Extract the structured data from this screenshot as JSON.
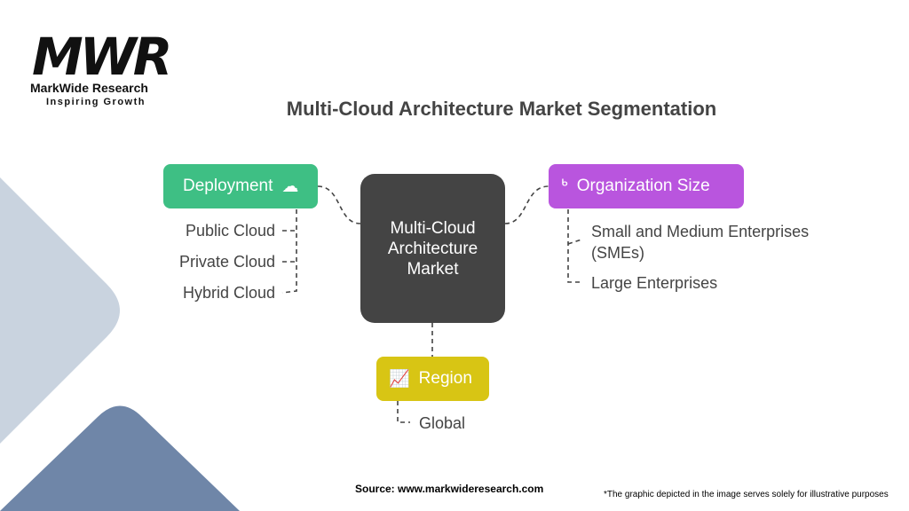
{
  "logo": {
    "mark": "MWR",
    "name": "MarkWide Research",
    "tagline": "Inspiring Growth"
  },
  "title": "Multi-Cloud Architecture Market Segmentation",
  "center": "Multi-Cloud Architecture Market",
  "deployment": {
    "label": "Deployment",
    "color": "#3ebf84",
    "items": [
      "Public Cloud",
      "Private Cloud",
      "Hybrid Cloud"
    ]
  },
  "organization": {
    "label": "Organization Size",
    "color": "#b955de",
    "items": [
      "Small and Medium Enterprises (SMEs)",
      "Large Enterprises"
    ]
  },
  "region": {
    "label": "Region",
    "color": "#d8c514",
    "items": [
      "Global"
    ]
  },
  "footer": {
    "source": "Source: www.markwideresearch.com",
    "disclaimer": "*The graphic depicted in the image serves solely for illustrative purposes"
  }
}
